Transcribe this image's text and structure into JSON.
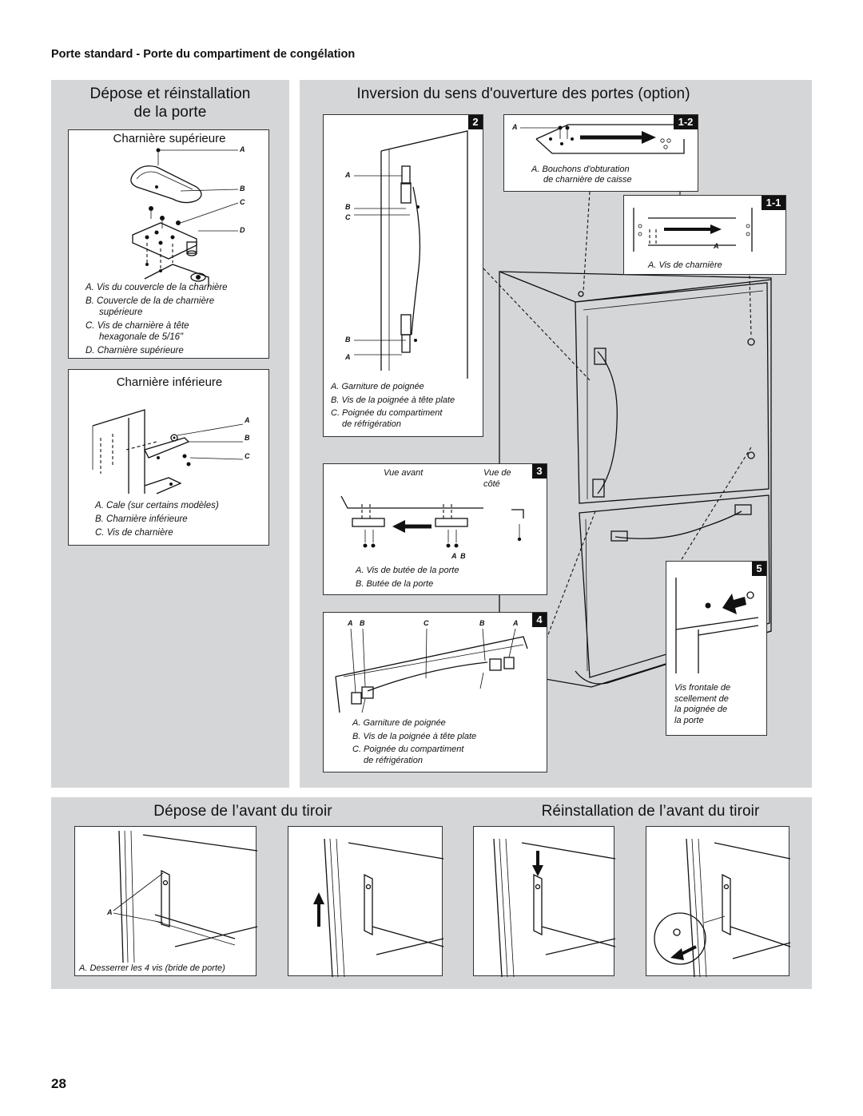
{
  "header": {
    "title": "Porte standard - Porte du compartiment de congélation"
  },
  "left_panel": {
    "title_line1": "Dépose et réinstallation",
    "title_line2": "de la porte",
    "top_hinge": {
      "heading": "Charnière supérieure",
      "labels": [
        "A",
        "B",
        "C",
        "D"
      ],
      "captions": [
        "A. Vis du couvercle de la charnière",
        "B. Couvercle de la de charnière",
        "supérieure",
        "C. Vis de charnière à tête",
        "hexagonale de 5/16\"",
        "D. Charnière supérieure"
      ]
    },
    "bottom_hinge": {
      "heading": "Charnière inférieure",
      "labels": [
        "A",
        "B",
        "C"
      ],
      "captions": [
        "A. Cale (sur certains modèles)",
        "B. Charnière inférieure",
        "C. Vis de charnière"
      ]
    }
  },
  "right_panel": {
    "title": "Inversion du sens d'ouverture des portes (option)",
    "step2": {
      "badge": "2",
      "labels": [
        "A",
        "B",
        "C",
        "B",
        "A"
      ],
      "captions": [
        "A. Garniture de poignée",
        "B. Vis de la poignée à tête plate",
        "C. Poignée du compartiment",
        "de réfrigération"
      ]
    },
    "step1_2": {
      "badge": "1-2",
      "label": "A",
      "captions": [
        "A. Bouchons d'obturation",
        "de charnière de caisse"
      ]
    },
    "step1_1": {
      "badge": "1-1",
      "label": "A",
      "caption": "A. Vis de charnière"
    },
    "step3": {
      "badge": "3",
      "front_view": "Vue avant",
      "side_view_line1": "Vue de",
      "side_view_line2": "côté",
      "labels": "A  B",
      "captions": [
        "A. Vis de butée de la porte",
        "B. Butée de la porte"
      ]
    },
    "step4": {
      "badge": "4",
      "labels": [
        "A",
        "B",
        "C",
        "B",
        "A"
      ],
      "captions": [
        "A. Garniture de poignée",
        "B. Vis de la poignée à tête plate",
        "C. Poignée du compartiment",
        "de réfrigération"
      ]
    },
    "step5": {
      "badge": "5",
      "captions": [
        "Vis frontale de",
        "scellement  de",
        "la poignée de",
        "la porte"
      ]
    }
  },
  "bottom_panel": {
    "left_title": "Dépose de l’avant du tiroir",
    "right_title": "Réinstallation de l’avant du tiroir",
    "label": "A",
    "caption": "A. Desserrer les 4 vis (bride de porte)"
  },
  "page_number": "28",
  "colors": {
    "panel_gray": "#d5d6d8",
    "badge_black": "#111111"
  }
}
